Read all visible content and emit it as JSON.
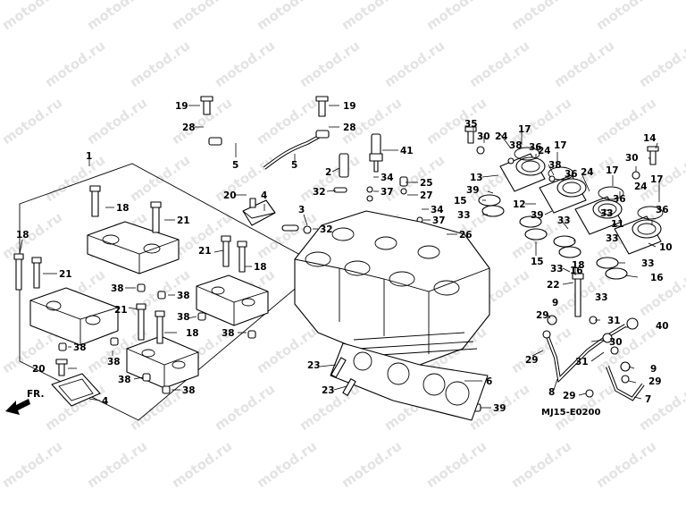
{
  "diagram": {
    "watermark_text": "motod.ru",
    "drawing_code": "MJ15-E0200",
    "direction_label": "FR.",
    "callouts": {
      "c1": "1",
      "c2": "2",
      "c3": "3",
      "c4a": "4",
      "c4b": "4",
      "c5a": "5",
      "c5b": "5",
      "c6": "6",
      "c7": "7",
      "c8": "8",
      "c9a": "9",
      "c9b": "9",
      "c10": "10",
      "c11": "11",
      "c12": "12",
      "c13": "13",
      "c14": "14",
      "c15a": "15",
      "c15b": "15",
      "c16a": "16",
      "c16b": "16",
      "c17a": "17",
      "c17b": "17",
      "c17c": "17",
      "c17d": "17",
      "c18a": "18",
      "c18b": "18",
      "c18c": "18",
      "c18d": "18",
      "c19a": "19",
      "c19b": "19",
      "c20a": "20",
      "c20b": "20",
      "c21a": "21",
      "c21b": "21",
      "c21c": "21",
      "c21d": "21",
      "c22": "22",
      "c23a": "23",
      "c23b": "23",
      "c24a": "24",
      "c24b": "24",
      "c24c": "24",
      "c24d": "24",
      "c25": "25",
      "c26": "26",
      "c27": "27",
      "c28a": "28",
      "c28b": "28",
      "c29a": "29",
      "c29b": "29",
      "c29c": "29",
      "c29d": "29",
      "c30a": "30",
      "c30b": "30",
      "c31a": "31",
      "c31b": "31",
      "c32a": "32",
      "c32b": "32",
      "c33a": "33",
      "c33b": "33",
      "c33c": "33",
      "c33d": "33",
      "c33e": "33",
      "c33f": "33",
      "c34a": "34",
      "c34b": "34",
      "c35": "35",
      "c36a": "36",
      "c36b": "36",
      "c36c": "36",
      "c37a": "37",
      "c37b": "37",
      "c38a": "38",
      "c38b": "38",
      "c38c": "38",
      "c38d": "38",
      "c38e": "38",
      "c38f": "38",
      "c38g": "38",
      "c38h": "38",
      "c38i": "38",
      "c39a": "39",
      "c39b": "39",
      "c39c": "39",
      "c40": "40",
      "c41": "41"
    }
  }
}
